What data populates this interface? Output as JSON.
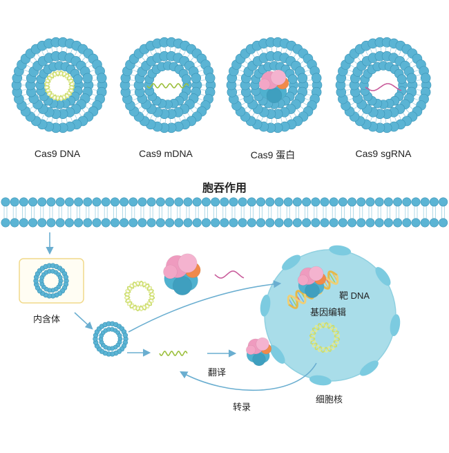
{
  "diagram": {
    "delivery_forms": [
      {
        "label": "Cas9 DNA",
        "cargo": "plasmid-dna-icon"
      },
      {
        "label": "Cas9 mDNA",
        "cargo": "linear-nucleic-acid-icon"
      },
      {
        "label": "Cas9 蛋白",
        "cargo": "protein-complex-icon"
      },
      {
        "label": "Cas9 sgRNA",
        "cargo": "rna-strand-icon"
      }
    ],
    "uptake_label": "胞吞作用",
    "endosome_label": "内含体",
    "translation_label": "翻译",
    "transcription_label": "转录",
    "nucleus_label": "细胞核",
    "target_dna_label": "靶 DNA",
    "gene_editing_label": "基因编辑"
  },
  "colors": {
    "lipid_head": "#5bb4d4",
    "lipid_head_stroke": "#3a93b5",
    "nucleus_fill": "#a9dde9",
    "nucleus_pore": "#7ccbe0",
    "arrow": "#6aaed0",
    "plasmid": "#c9dc6a",
    "mrna": "#9bbf3b",
    "sgrna": "#c85a9a",
    "dna_gold": "#e5b94a",
    "protein_pink": "#ef9bbf",
    "protein_blue": "#4fb1cf",
    "protein_orange": "#f08a4b",
    "endosome_box": "#f1d98a"
  }
}
